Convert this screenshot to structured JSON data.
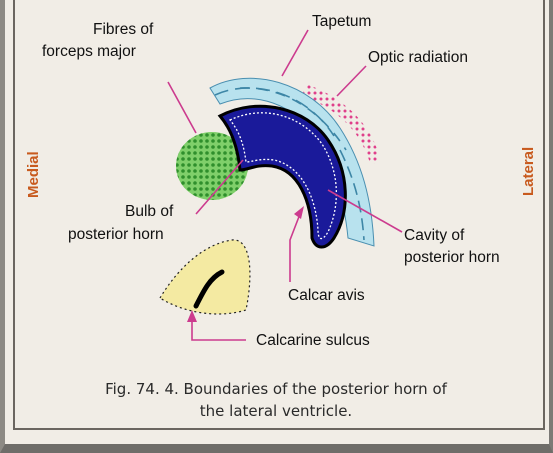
{
  "labels": {
    "fibres_forceps_line1": "Fibres of",
    "fibres_forceps_line2": "forceps major",
    "tapetum": "Tapetum",
    "optic_radiation": "Optic radiation",
    "medial": "Medial",
    "lateral": "Lateral",
    "bulb_line1": "Bulb of",
    "bulb_line2": "posterior horn",
    "cavity_line1": "Cavity of",
    "cavity_line2": "posterior horn",
    "calcar_avis": "Calcar avis",
    "calcarine_sulcus": "Calcarine sulcus"
  },
  "caption": {
    "line1": "Fig. 74. 4. Boundaries of the posterior horn of",
    "line2": "the lateral ventricle."
  },
  "colors": {
    "forceps_green": "#3fa33a",
    "tapetum_blue": "#b8e2ee",
    "optic_pink": "#e0408a",
    "cavity_navy": "#1a1a9a",
    "sulcus_yellow": "#f4eaa2",
    "pointer_pink": "#cc3b8e",
    "side_text": "#c85a1e"
  }
}
